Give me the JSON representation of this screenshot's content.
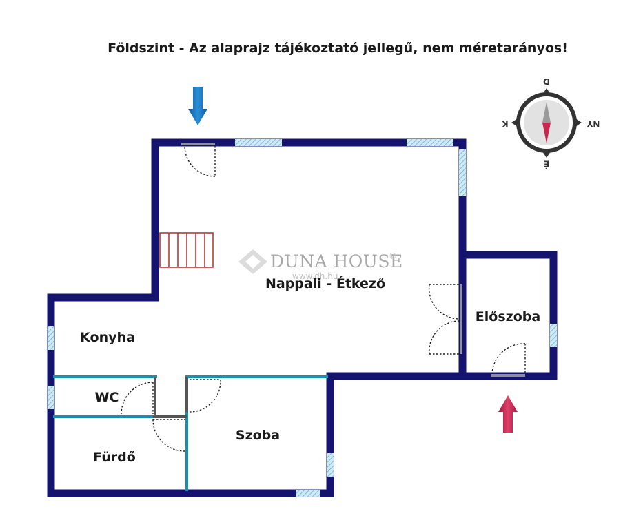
{
  "title": "Földszint - Az alaprajz tájékoztató jellegű, nem méretarányos!",
  "rooms": {
    "nappali": "Nappali - Étkező",
    "konyha": "Konyha",
    "eloszoba": "Előszoba",
    "wc": "WC",
    "furdo": "Fürdő",
    "szoba": "Szoba"
  },
  "watermark": {
    "brand": "DUNA HOUSE",
    "registered": "®",
    "url": "www.dh.hu"
  },
  "compass": {
    "top": "D",
    "bottom": "É",
    "left": "K",
    "right": "NY"
  },
  "colors": {
    "exterior_wall": "#14146e",
    "interior_wall": "#1a8fb5",
    "entrance_arrow": "#1677c0",
    "exit_arrow": "#c8264e",
    "stairs": "#b43a3a"
  }
}
